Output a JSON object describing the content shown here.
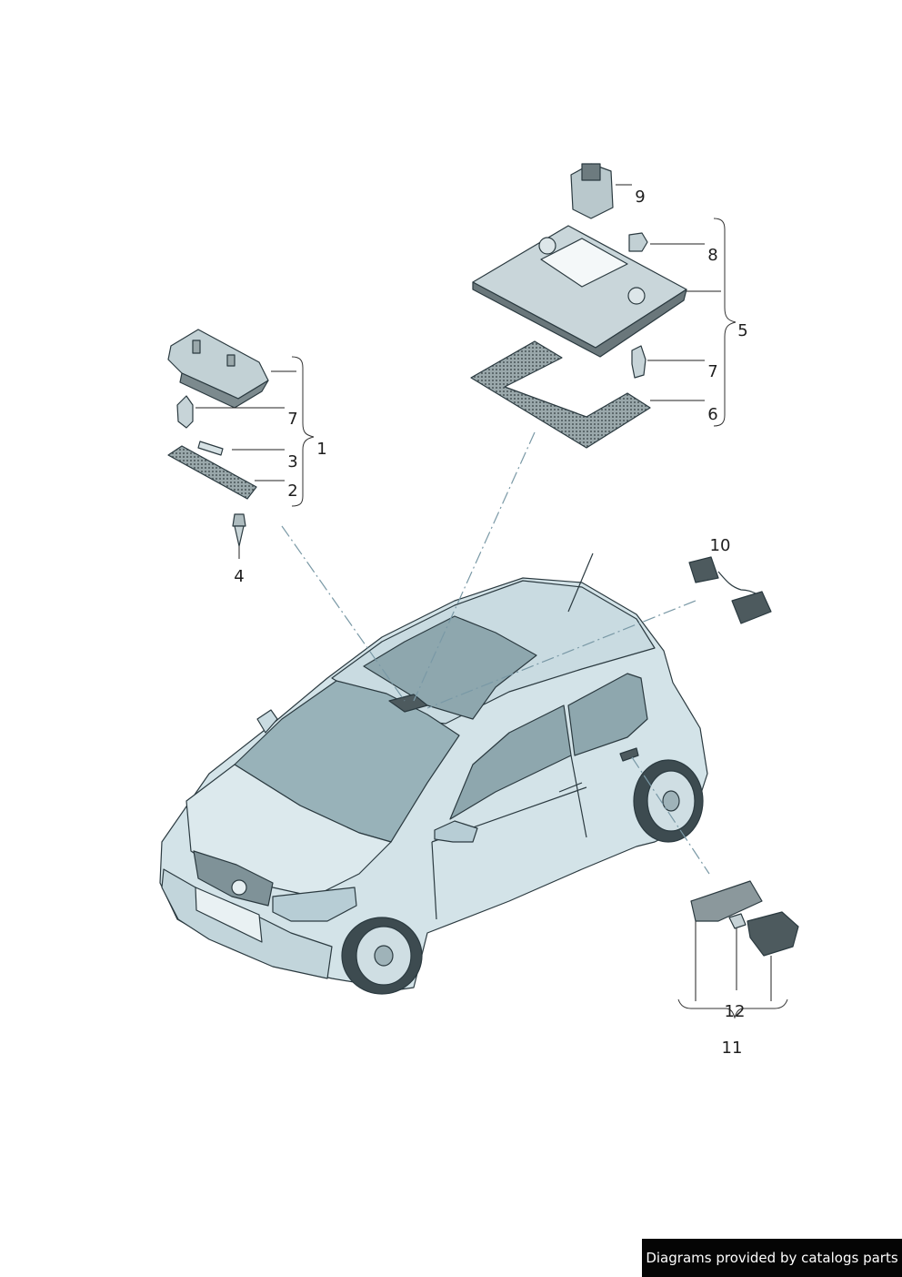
{
  "callouts": {
    "c1": "1",
    "c2": "2",
    "c3": "3",
    "c4": "4",
    "c5": "5",
    "c6": "6",
    "c7a": "7",
    "c7b": "7",
    "c8": "8",
    "c9": "9",
    "c10": "10",
    "c11": "11",
    "c12": "12"
  },
  "footer": {
    "text": "Diagrams provided by catalogs parts"
  },
  "colors": {
    "body_light": "#d3e3e8",
    "body_mid": "#b7cdd5",
    "glass": "#8ea7ae",
    "outline": "#2b3a40",
    "part_dark": "#5f6d71",
    "leader_dash": "#7a99a6"
  }
}
